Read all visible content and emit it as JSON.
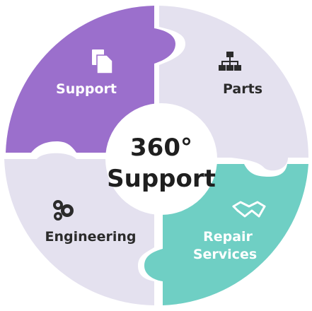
{
  "center": {
    "line1": "360°",
    "line2": "Support"
  },
  "quadrants": [
    {
      "id": "support",
      "label": "Support",
      "icon": "documents-icon",
      "fill": "#9b6fcc",
      "text_color": "#ffffff"
    },
    {
      "id": "parts",
      "label": "Parts",
      "icon": "hierarchy-icon",
      "fill": "#e4e1ef",
      "text_color": "#2b2b2b"
    },
    {
      "id": "engineering",
      "label": "Engineering",
      "icon": "gears-icon",
      "fill": "#e4e1ef",
      "text_color": "#2b2b2b"
    },
    {
      "id": "repair",
      "label_line1": "Repair",
      "label_line2": "Services",
      "icon": "handshake-icon",
      "fill": "#6fcfc4",
      "text_color": "#ffffff"
    }
  ],
  "colors": {
    "purple": "#9b6fcc",
    "lavender": "#e4e1ef",
    "teal": "#6fcfc4",
    "center": "#ffffff",
    "dark_text": "#1f1f1f"
  }
}
